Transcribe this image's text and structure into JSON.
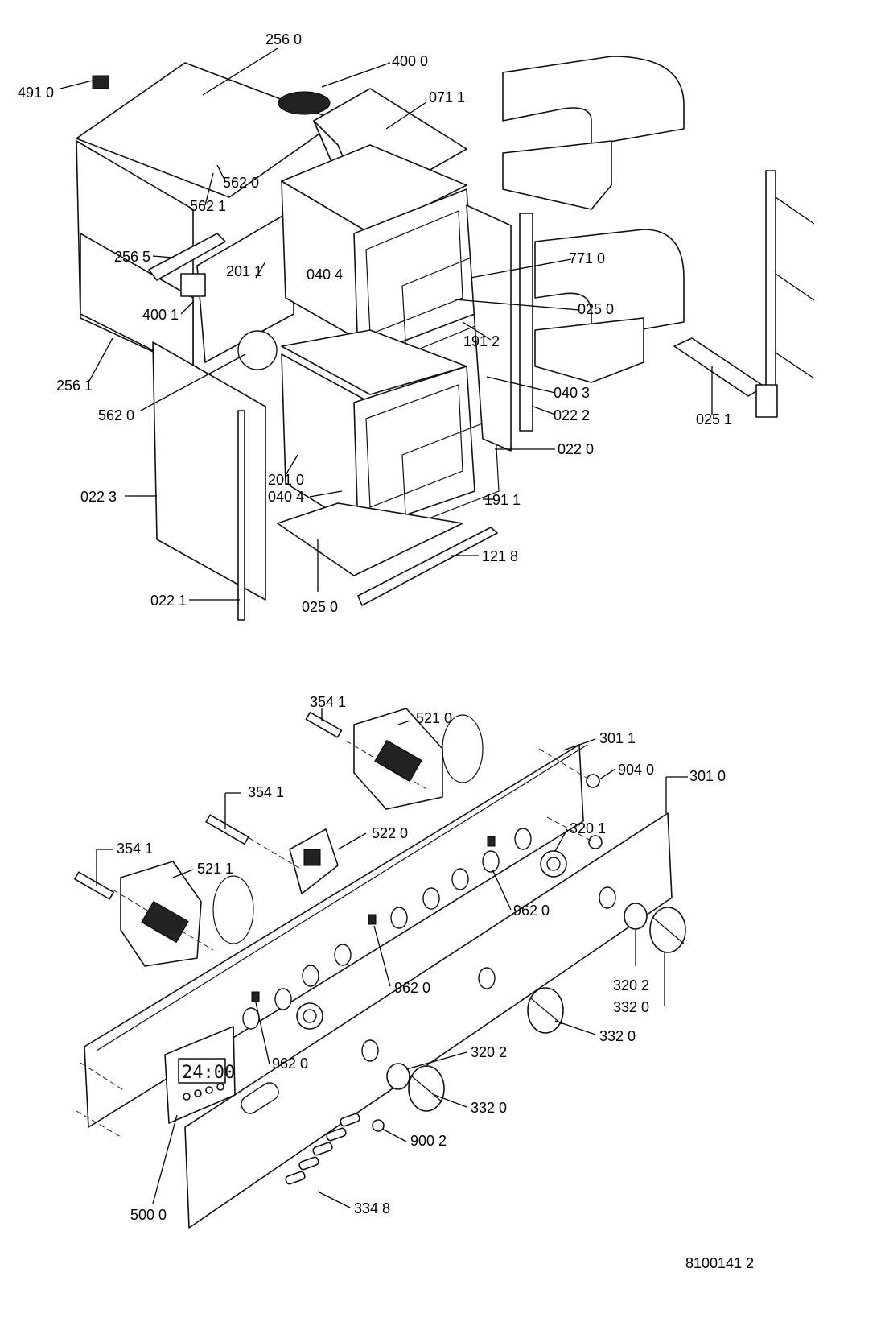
{
  "upper_assembly": {
    "labels": [
      {
        "id": "256-0-top",
        "text": "256 0"
      },
      {
        "id": "400-0",
        "text": "400 0"
      },
      {
        "id": "491-0",
        "text": "491 0"
      },
      {
        "id": "071-1",
        "text": "071 1"
      },
      {
        "id": "562-0-top",
        "text": "562 0"
      },
      {
        "id": "562-1",
        "text": "562 1"
      },
      {
        "id": "256-5",
        "text": "256 5"
      },
      {
        "id": "201-1",
        "text": "201 1"
      },
      {
        "id": "040-4-top",
        "text": "040 4"
      },
      {
        "id": "771-0",
        "text": "771 0"
      },
      {
        "id": "025-0-top",
        "text": "025 0"
      },
      {
        "id": "400-1",
        "text": "400 1"
      },
      {
        "id": "191-2",
        "text": "191 2"
      },
      {
        "id": "256-1",
        "text": "256 1"
      },
      {
        "id": "040-3",
        "text": "040 3"
      },
      {
        "id": "562-0-mid",
        "text": "562 0"
      },
      {
        "id": "022-2",
        "text": "022 2"
      },
      {
        "id": "025-1",
        "text": "025 1"
      },
      {
        "id": "022-0",
        "text": "022 0"
      },
      {
        "id": "201-0",
        "text": "201 0"
      },
      {
        "id": "040-4-bottom",
        "text": "040 4"
      },
      {
        "id": "022-3",
        "text": "022 3"
      },
      {
        "id": "191-1",
        "text": "191 1"
      },
      {
        "id": "121-8",
        "text": "121 8"
      },
      {
        "id": "022-1",
        "text": "022 1"
      },
      {
        "id": "025-0-bottom",
        "text": "025 0"
      }
    ]
  },
  "control_panel": {
    "labels": [
      {
        "id": "354-1-a",
        "text": "354 1"
      },
      {
        "id": "521-0",
        "text": "521 0"
      },
      {
        "id": "301-1",
        "text": "301 1"
      },
      {
        "id": "904-0",
        "text": "904 0"
      },
      {
        "id": "301-0",
        "text": "301 0"
      },
      {
        "id": "354-1-b",
        "text": "354 1"
      },
      {
        "id": "320-1",
        "text": "320 1"
      },
      {
        "id": "522-0",
        "text": "522 0"
      },
      {
        "id": "354-1-c",
        "text": "354 1"
      },
      {
        "id": "521-1",
        "text": "521 1"
      },
      {
        "id": "962-0-a",
        "text": "962 0"
      },
      {
        "id": "962-0-b",
        "text": "962 0"
      },
      {
        "id": "320-2-a",
        "text": "320 2"
      },
      {
        "id": "332-0-a",
        "text": "332 0"
      },
      {
        "id": "332-0-b",
        "text": "332 0"
      },
      {
        "id": "962-0-c",
        "text": "962 0"
      },
      {
        "id": "320-2-b",
        "text": "320 2"
      },
      {
        "id": "332-0-c",
        "text": "332 0"
      },
      {
        "id": "900-2",
        "text": "900 2"
      },
      {
        "id": "500-0",
        "text": "500 0"
      },
      {
        "id": "334-8",
        "text": "334 8"
      }
    ],
    "timer_display": "24:00"
  },
  "drawing_number": "8100141 2"
}
